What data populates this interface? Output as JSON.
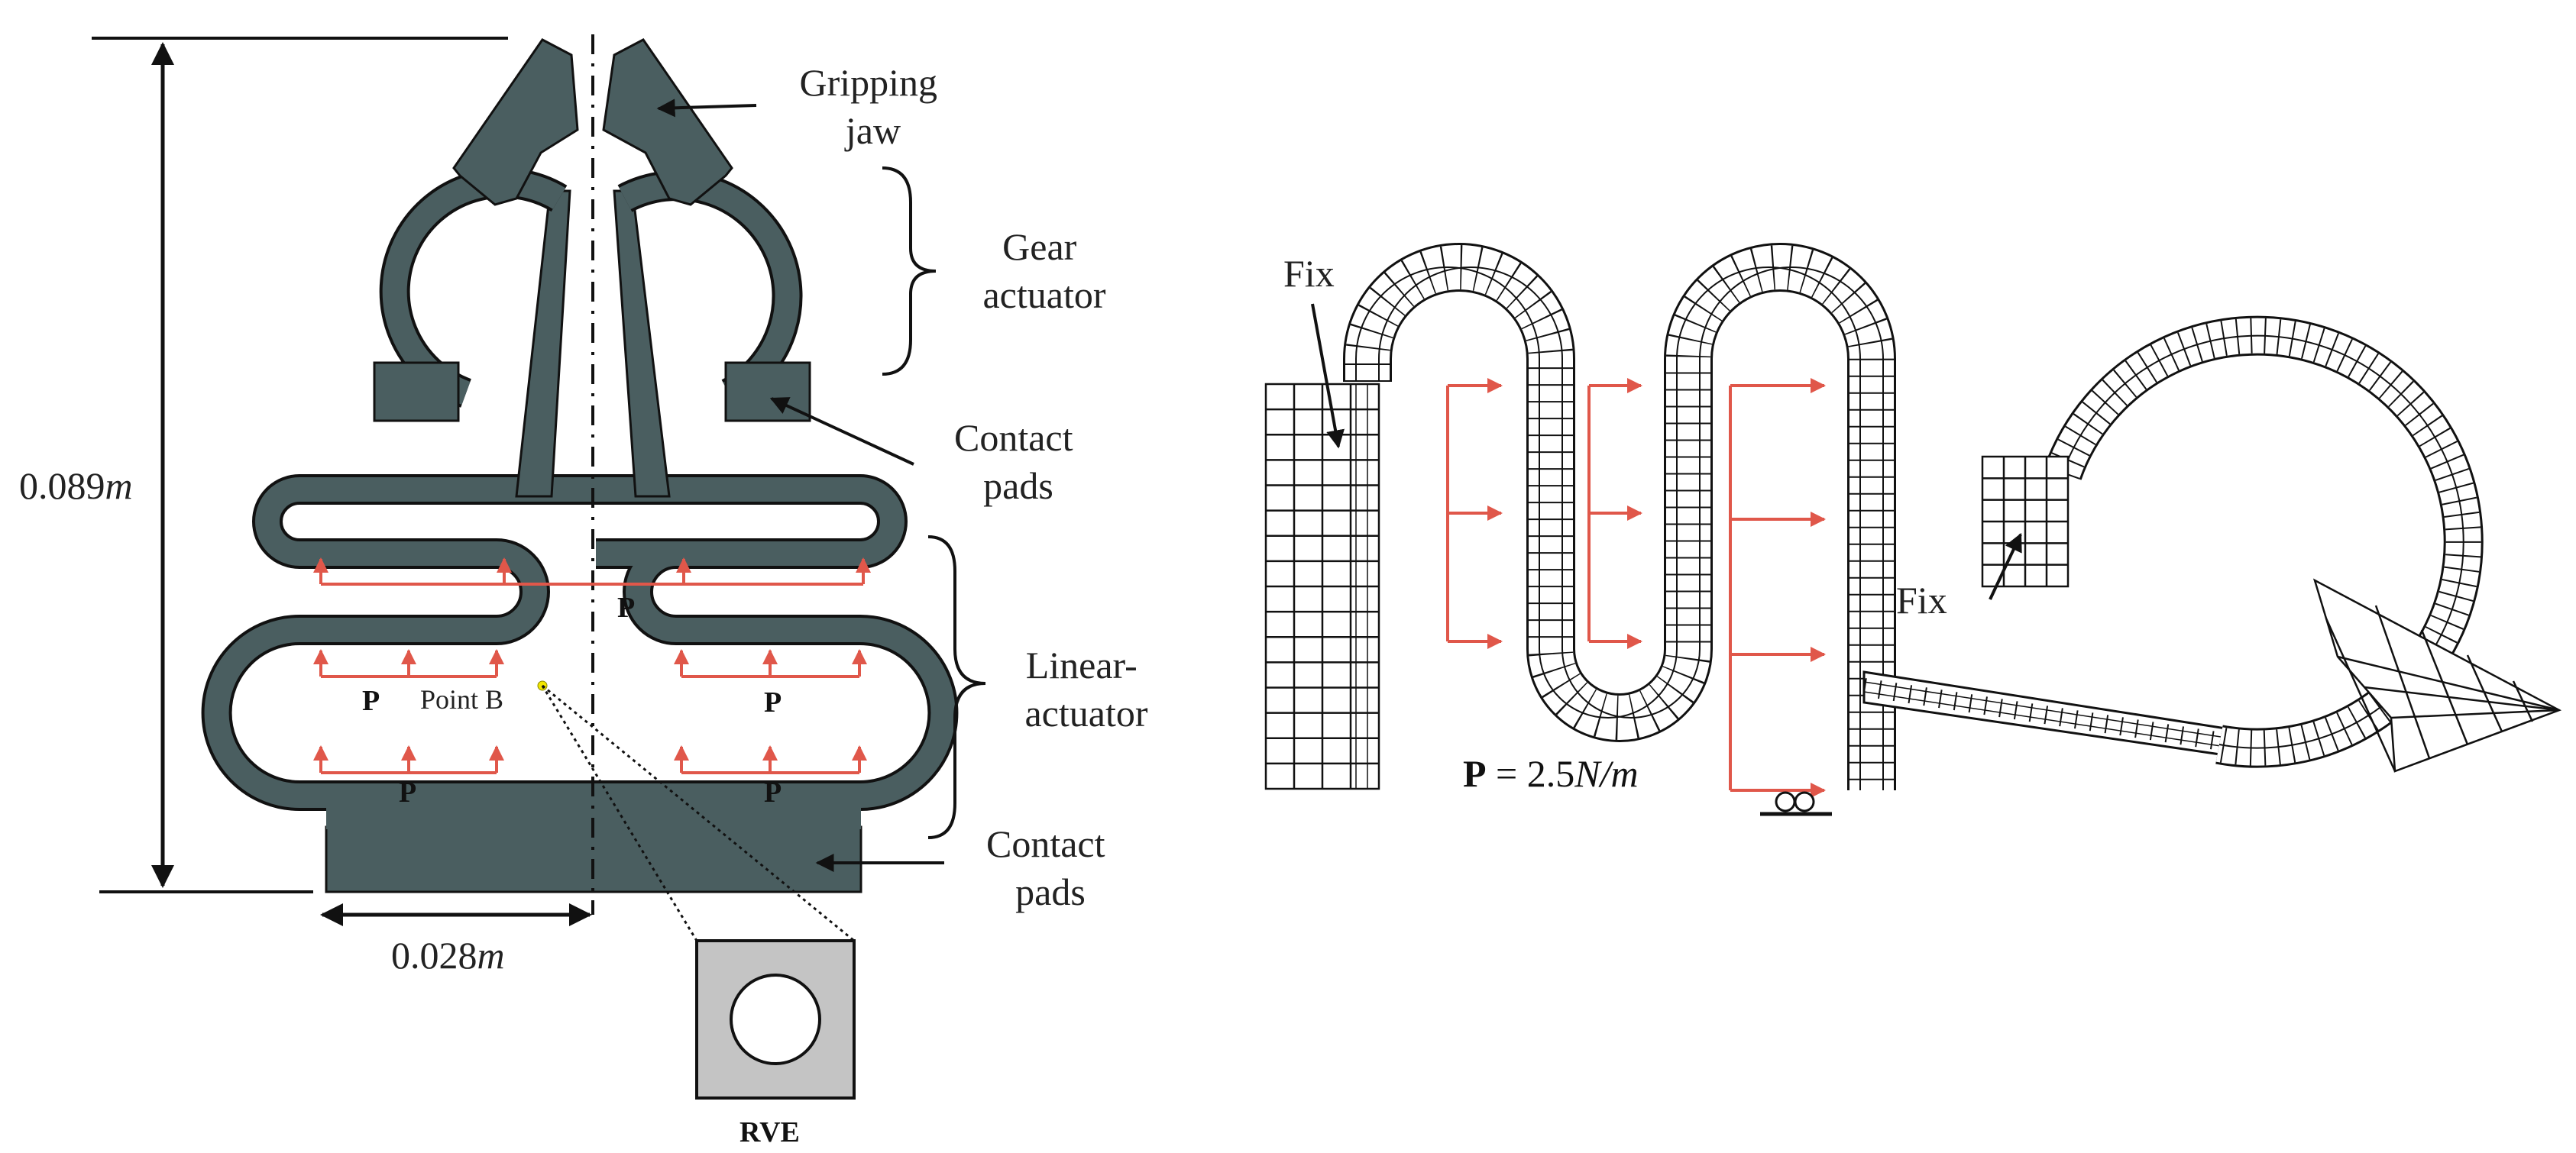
{
  "colors": {
    "body_fill": "#4a5e60",
    "load_arrow": "#e0574a",
    "rve_fill": "#c4c4c4"
  },
  "left_panel": {
    "callouts": {
      "gripping_jaw": [
        "Gripping",
        "jaw"
      ],
      "gear_actuator": [
        "Gear",
        "actuator"
      ],
      "contact_pads_upper": [
        "Contact",
        "pads"
      ],
      "linear_actuator": [
        "Linear-",
        "actuator"
      ],
      "contact_pads_lower": [
        "Contact",
        "pads"
      ]
    },
    "dimension_height": "0.089",
    "dimension_width": "0.028",
    "dimension_unit": "m",
    "load_label": "P",
    "point_label": "Point B",
    "rve_label": "RVE"
  },
  "right_panel": {
    "fix_label_left": "Fix",
    "fix_label_right": "Fix",
    "load_symbol": "P",
    "load_value": " = 2.5",
    "load_unit": "N/m"
  }
}
